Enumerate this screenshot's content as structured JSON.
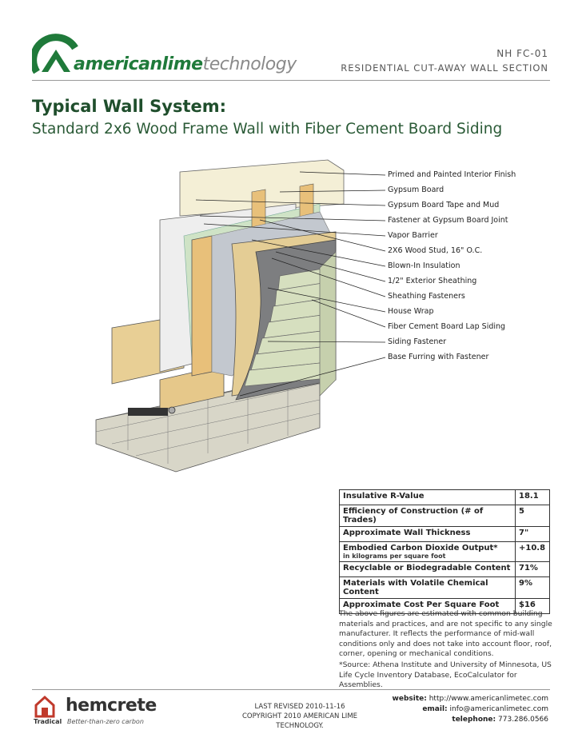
{
  "header": {
    "brand_part1": "american",
    "brand_part2": "lime",
    "brand_part3": "technology",
    "doc_code": "NH FC-01",
    "doc_subtitle": "RESIDENTIAL CUT-AWAY WALL SECTION"
  },
  "title": "Typical Wall System:",
  "subtitle": "Standard 2x6 Wood Frame Wall with Fiber Cement Board Siding",
  "labels": [
    "Primed and Painted Interior Finish",
    "Gypsum Board",
    "Gypsum Board Tape and Mud",
    "Fastener at Gypsum Board Joint",
    "Vapor Barrier",
    "2X6 Wood Stud, 16\" O.C.",
    "Blown-In Insulation",
    "1/2\" Exterior Sheathing",
    "Sheathing Fasteners",
    "House Wrap",
    "Fiber Cement Board Lap Siding",
    "Siding Fastener",
    "Base Furring with Fastener"
  ],
  "table": [
    {
      "label": "Insulative R-Value",
      "value": "18.1"
    },
    {
      "label": "Efficiency of Construction (# of Trades)",
      "value": "5"
    },
    {
      "label": "Approximate Wall Thickness",
      "value": "7\""
    },
    {
      "label": "Embodied Carbon Dioxide Output*",
      "sub": "in kilograms per square foot",
      "value": "+10.8"
    },
    {
      "label": "Recyclable or Biodegradable Content",
      "value": "71%"
    },
    {
      "label": "Materials with Volatile Chemical Content",
      "value": "9%"
    },
    {
      "label": "Approximate Cost Per Square Foot",
      "value": "$16"
    }
  ],
  "note": "The above figures are estimated with common building materials and practices, and are not specific to any single manufacturer. It reflects the performance of mid-wall conditions only and does not take into account floor, roof, corner, opening or mechanical conditions.",
  "source": "*Source: Athena Institute and University of Minnesota, US Life Cycle Inventory Database, EcoCalculator for Assemblies.",
  "footer": {
    "hemcrete_brand": "hemcrete",
    "tradical": "Tradical",
    "tagline": "Better-than-zero carbon",
    "revised": "LAST REVISED 2010-11-16",
    "copyright": "COPYRIGHT 2010 AMERICAN LIME TECHNOLOGY.",
    "website_label": "website:",
    "website": "http://www.americanlimetec.com",
    "email_label": "email:",
    "email": "info@americanlimetec.com",
    "phone_label": "telephone:",
    "phone": "773.286.0566"
  },
  "colors": {
    "brand_green": "#1f7a3a",
    "title_green": "#1f4e2c"
  }
}
